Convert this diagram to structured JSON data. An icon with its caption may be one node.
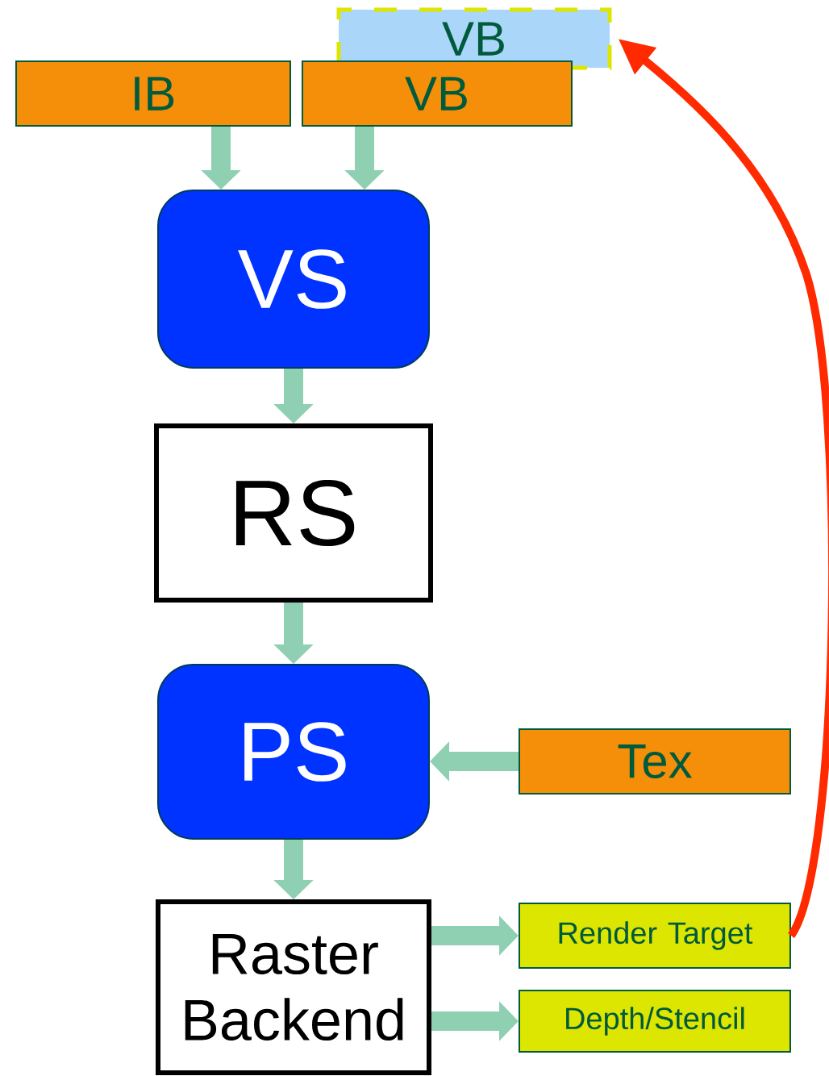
{
  "diagram": {
    "nodes": [
      {
        "text": [
          "IB"
        ]
      },
      {
        "text": [
          "VB"
        ]
      },
      {
        "text": [
          "VB"
        ]
      },
      {
        "text": [
          "VS"
        ]
      },
      {
        "text": [
          "RS"
        ]
      },
      {
        "text": [
          "PS"
        ]
      },
      {
        "text": [
          "Tex"
        ]
      },
      {
        "text": [
          "Raster Backend"
        ]
      },
      {
        "text": [
          "Render Target"
        ]
      },
      {
        "text": [
          "Depth/Stencil"
        ]
      }
    ],
    "edges": [
      {
        "from": 0,
        "to": 3,
        "arrow": "to"
      },
      {
        "from": 1,
        "to": 3,
        "arrow": "to"
      },
      {
        "from": 3,
        "to": 4,
        "arrow": "to"
      },
      {
        "from": 4,
        "to": 5,
        "arrow": "to"
      },
      {
        "from": 6,
        "to": 5,
        "arrow": "to"
      },
      {
        "from": 5,
        "to": 7,
        "arrow": "to"
      },
      {
        "from": 7,
        "to": 8,
        "arrow": "to"
      },
      {
        "from": 7,
        "to": 9,
        "arrow": "to"
      },
      {
        "from": 8,
        "to": 2,
        "arrow": "to",
        "color": "#ff2a00"
      }
    ]
  }
}
